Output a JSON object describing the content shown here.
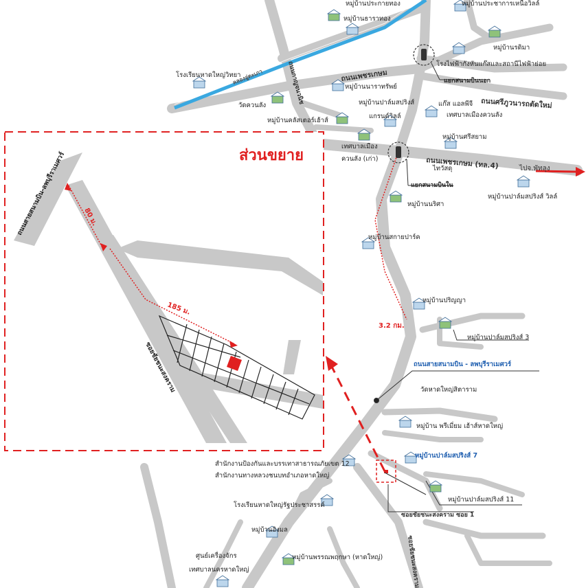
{
  "colors": {
    "road": "#c8c8c8",
    "canal": "#3aa8e0",
    "accent_red": "#e02020",
    "highlight_blue": "#1f5fb0",
    "plot_fill": "#e02020"
  },
  "inset": {
    "title": "ส่วนขยาย",
    "dist_80": "80 ม.",
    "dist_185": "185 ม.",
    "road_main_label": "ถนนสายสนามบิน-ลพบุรีราเมศวร์",
    "road_soi_label": "ซอยชัยชนะสงคราม"
  },
  "roads": {
    "phetkasem_upper": "ถนนเพชรเกษม",
    "phetkasem_main": "ถนนเพชรเกษม (ทล.4)",
    "to_phatthalung": "ไปจ.พัทลุง",
    "sriphuwanat": "ถนนศรีภูวนารถตัดใหม่",
    "kanchanavanit": "ถนนกาญจนวนิช",
    "canal": "คลองอู่ตะเภา",
    "main_route": "ถนนสายสนามบิน - ลพบุรีราเมศวร์",
    "soi_1": "ซอยชัยชนะสงคราม ซอย 1",
    "soi_lower": "ซอยชัยชนะสงคราม",
    "distance": "3.2 กม."
  },
  "intersections": {
    "north": "แยกสนามบินนอก",
    "south": "แยกสนามบินใน"
  },
  "places": {
    "thara_thong": "หมู่บ้านธาราทอง",
    "prakaithong": "หมู่บ้านประกายทอง",
    "prachakan_top": "หมู่บ้านประชาการเหนือวิลล์",
    "rodima": "หมู่บ้านรดิมา",
    "power_plant": "โรงไฟฟ้ากังหันแก๊สและสถานีไฟฟ้าย่อย",
    "school_hatyai_wittaya": "โรงเรียนหาดใหญ่วิทยา",
    "narasap": "หมู่บ้านนาราทรัพย์",
    "palm_spring_grand_1": "หมู่บ้านปาล์มสปริงส์",
    "palm_spring_grand_2": "แกรนด์วิลล์",
    "gas_station": "แก๊ส แอลพีจี",
    "municipal_khuansang": "เทศบาลเมืองควนลัง",
    "wat_khuansang": "วัดควนลัง",
    "classter_house": "หมู่บ้านคลัสเตอร์เฮ้าส์",
    "municipal_old_1": "เทศบาลเมือง",
    "municipal_old_2": "ควนลัง (เก่า)",
    "srisayam": "หมู่บ้านศรีสยาม",
    "thaiwatsadu": "ไทวัสดุ",
    "palm_spring_villa": "หมู่บ้านปาล์มสปริงส์ วิลล์",
    "nirisa": "หมู่บ้านนริศา",
    "sakai_park": "หมู่บ้านสกายปาร์ค",
    "parinya": "หมู่บ้านปริญญา",
    "palm_spring_3": "หมู่บ้านปาล์มสปริงส์ 3",
    "wat_hatyai_sitaram": "วัดหาดใหญ่สิตาราม",
    "premium_house": "หมู่บ้าน พรีเมี่ยม เฮ้าส์หาดใหญ่",
    "palm_spring_7": "หมู่บ้านปาล์มสปริงส์ 7",
    "palm_spring_11": "หมู่บ้านปาล์มสปริงส์ 11",
    "disaster_office": "สำนักงานป้องกันและบรรเทาสาธารณภัยเขต 12",
    "highway_office": "สำนักงานทางหลวงชนบทอำเภอหาดใหญ่",
    "school_ratprachasan": "โรงเรียนหาดใหญ่รัฐประชาสรรค์",
    "ingmon": "หมู่บ้านอิงมล",
    "machine_center_1": "ศูนย์เครื่องจักร",
    "machine_center_2": "เทศบาลนครหาดใหญ่",
    "pornpruksa": "หมู่บ้านพรรณพฤกษา (หาดใหญ่)"
  }
}
